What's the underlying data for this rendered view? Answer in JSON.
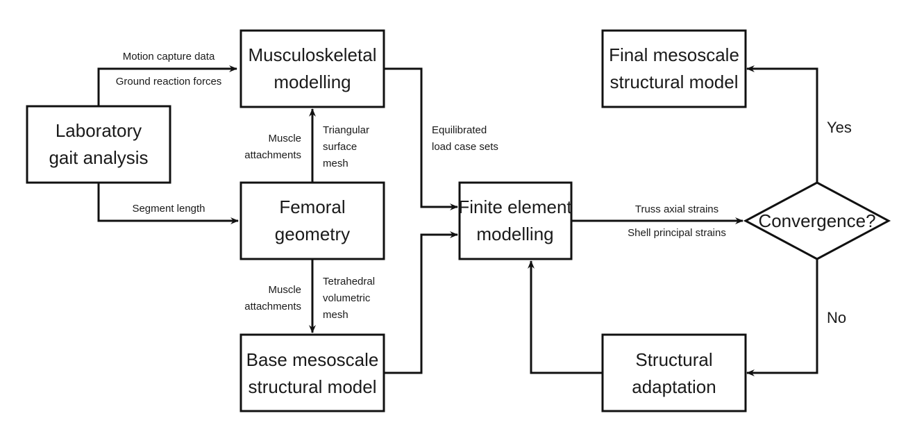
{
  "nodes": {
    "lab": [
      "Laboratory",
      "gait analysis"
    ],
    "musculo": [
      "Musculoskeletal",
      "modelling"
    ],
    "femoral": [
      "Femoral",
      "geometry"
    ],
    "base": [
      "Base mesoscale",
      "structural model"
    ],
    "fe": [
      "Finite element",
      "modelling"
    ],
    "convergence": [
      "Convergence?"
    ],
    "final": [
      "Final mesoscale",
      "structural model"
    ],
    "adapt": [
      "Structural",
      "adaptation"
    ]
  },
  "edge_labels": {
    "motion_capture": [
      "Motion capture data"
    ],
    "ground_reaction": [
      "Ground reaction forces"
    ],
    "segment_length": [
      "Segment length"
    ],
    "muscle_attach_up": [
      "Muscle",
      "attachments"
    ],
    "tri_mesh": [
      "Triangular",
      "surface",
      "mesh"
    ],
    "muscle_attach_down": [
      "Muscle",
      "attachments"
    ],
    "tet_mesh": [
      "Tetrahedral",
      "volumetric",
      "mesh"
    ],
    "equilibrated": [
      "Equilibrated",
      "load case sets"
    ],
    "truss": [
      "Truss axial strains"
    ],
    "shell": [
      "Shell principal strains"
    ],
    "yes": [
      "Yes"
    ],
    "no": [
      "No"
    ]
  }
}
